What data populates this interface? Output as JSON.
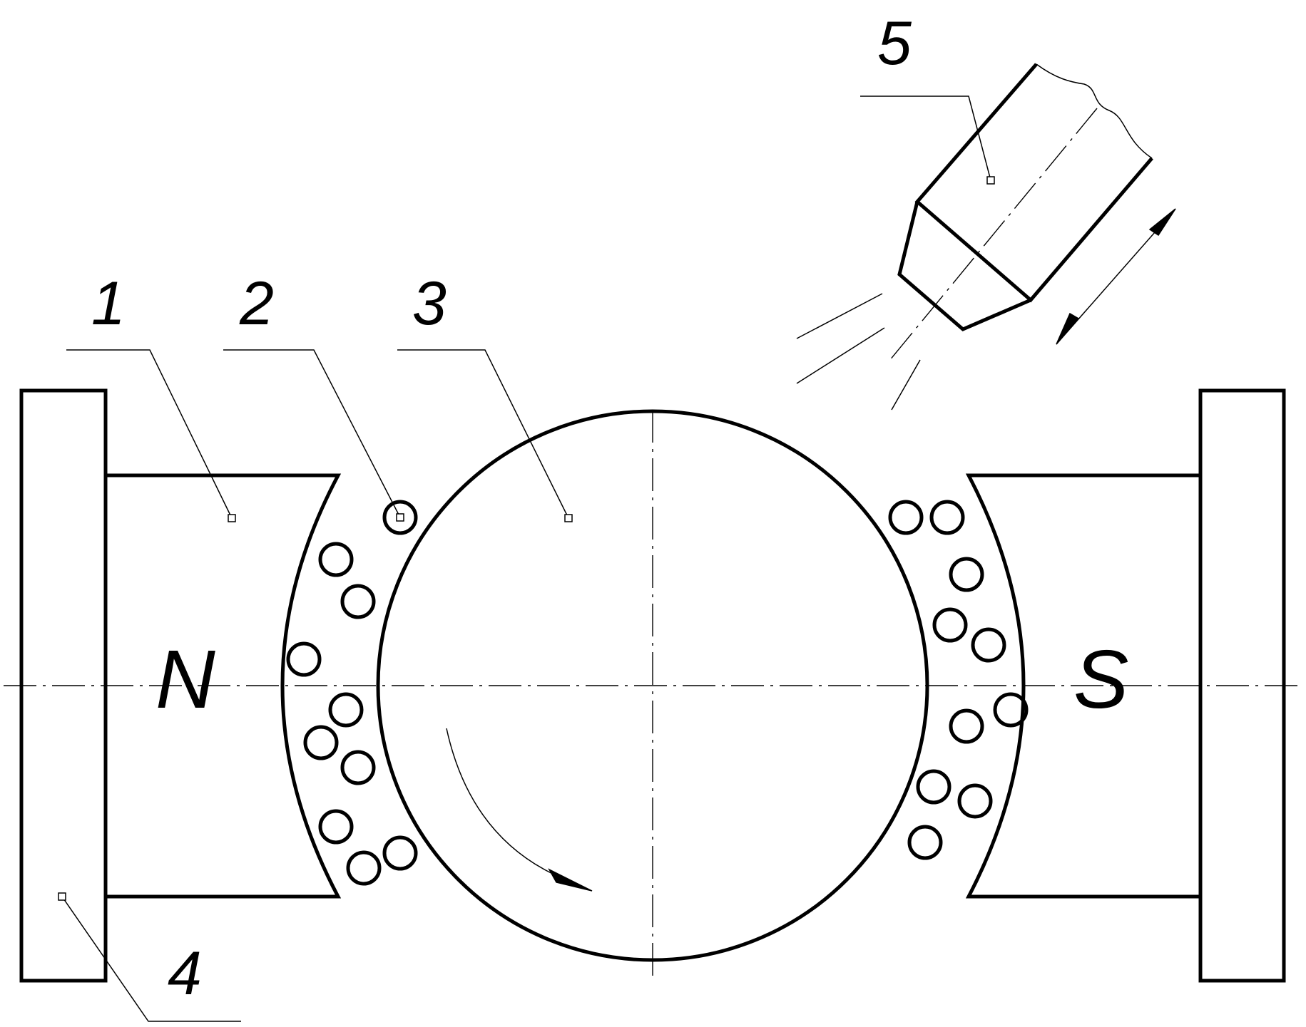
{
  "labels": {
    "part1": "1",
    "part2": "2",
    "part3": "3",
    "part4": "4",
    "part5": "5"
  },
  "poles": {
    "north": "N",
    "south": "S"
  },
  "colors": {
    "line": "#000000",
    "background": "#ffffff"
  }
}
